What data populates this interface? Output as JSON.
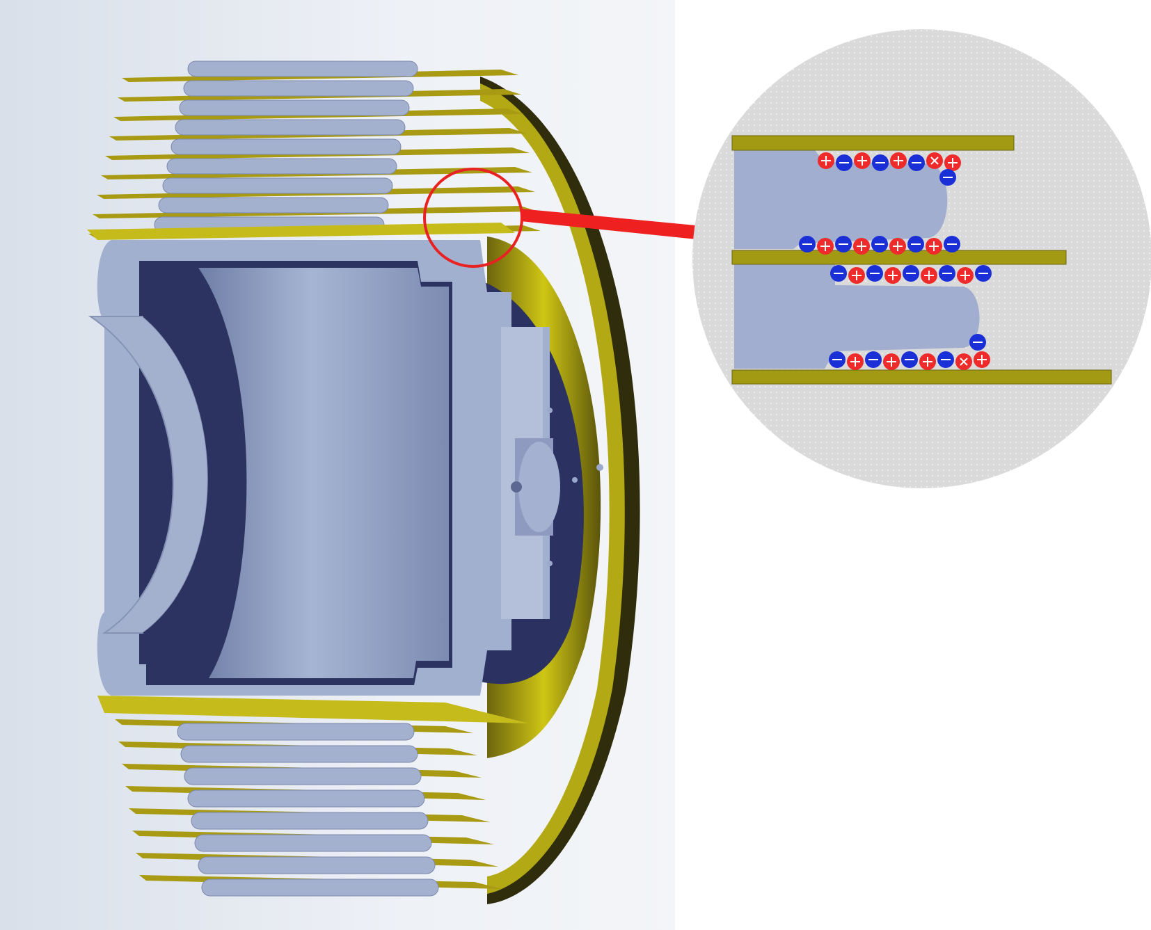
{
  "figure": {
    "colors": {
      "background_left": "#e6ebf2",
      "background_right": "#ffffff",
      "body_light": "#a3b1cf",
      "body_mid": "#8e9dbf",
      "body_shadow": "#333a66",
      "body_dark": "#262c55",
      "fin_gold": "#a89a12",
      "fin_gold_bright": "#c8c010",
      "fin_gold_dark": "#3c3a10",
      "highlight_red": "#ee2222",
      "zoom_bg": "#dcdcdc",
      "positive_ion": "#ee2a2a",
      "negative_ion": "#1a2fd6"
    },
    "fins": {
      "upper_count": 9,
      "lower_count": 8
    },
    "zoom_view": {
      "plates": 3,
      "lanes": [
        {
          "name": "upper-lane-top-row",
          "ions": [
            "positive",
            "negative",
            "positive",
            "negative",
            "positive",
            "negative",
            "crossed",
            "positive"
          ],
          "tail": [
            "negative"
          ]
        },
        {
          "name": "upper-lane-bottom-row",
          "ions": [
            "negative",
            "positive",
            "negative",
            "positive",
            "negative",
            "positive",
            "negative",
            "positive",
            "negative"
          ],
          "tail": []
        },
        {
          "name": "lower-lane-top-row",
          "ions": [
            "negative",
            "positive",
            "negative",
            "positive",
            "negative",
            "positive",
            "negative",
            "positive",
            "negative"
          ],
          "tail": []
        },
        {
          "name": "lower-lane-bottom-row",
          "ions": [
            "negative",
            "positive",
            "negative",
            "positive",
            "negative",
            "positive",
            "negative",
            "crossed",
            "positive"
          ],
          "tail": [
            "negative"
          ]
        }
      ]
    }
  }
}
